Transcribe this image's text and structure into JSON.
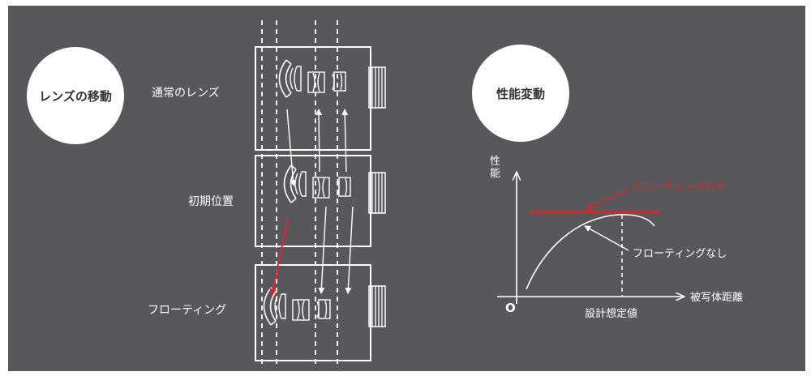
{
  "left": {
    "circle_label": "レンズの移動",
    "rows": [
      {
        "label": "通常のレンズ"
      },
      {
        "label": "初期位置"
      },
      {
        "label": "フローティング"
      }
    ]
  },
  "right": {
    "circle_label": "性能変動",
    "y_axis_label_1": "性",
    "y_axis_label_2": "能",
    "origin_label": "O",
    "x_axis_label": "被写体距離",
    "design_label": "設計想定値",
    "with_floating_label": "フローティングあり",
    "without_floating_label": "フローティングなし"
  },
  "colors": {
    "background": "#58585a",
    "line": "#ffffff",
    "accent": "#d9252b"
  }
}
